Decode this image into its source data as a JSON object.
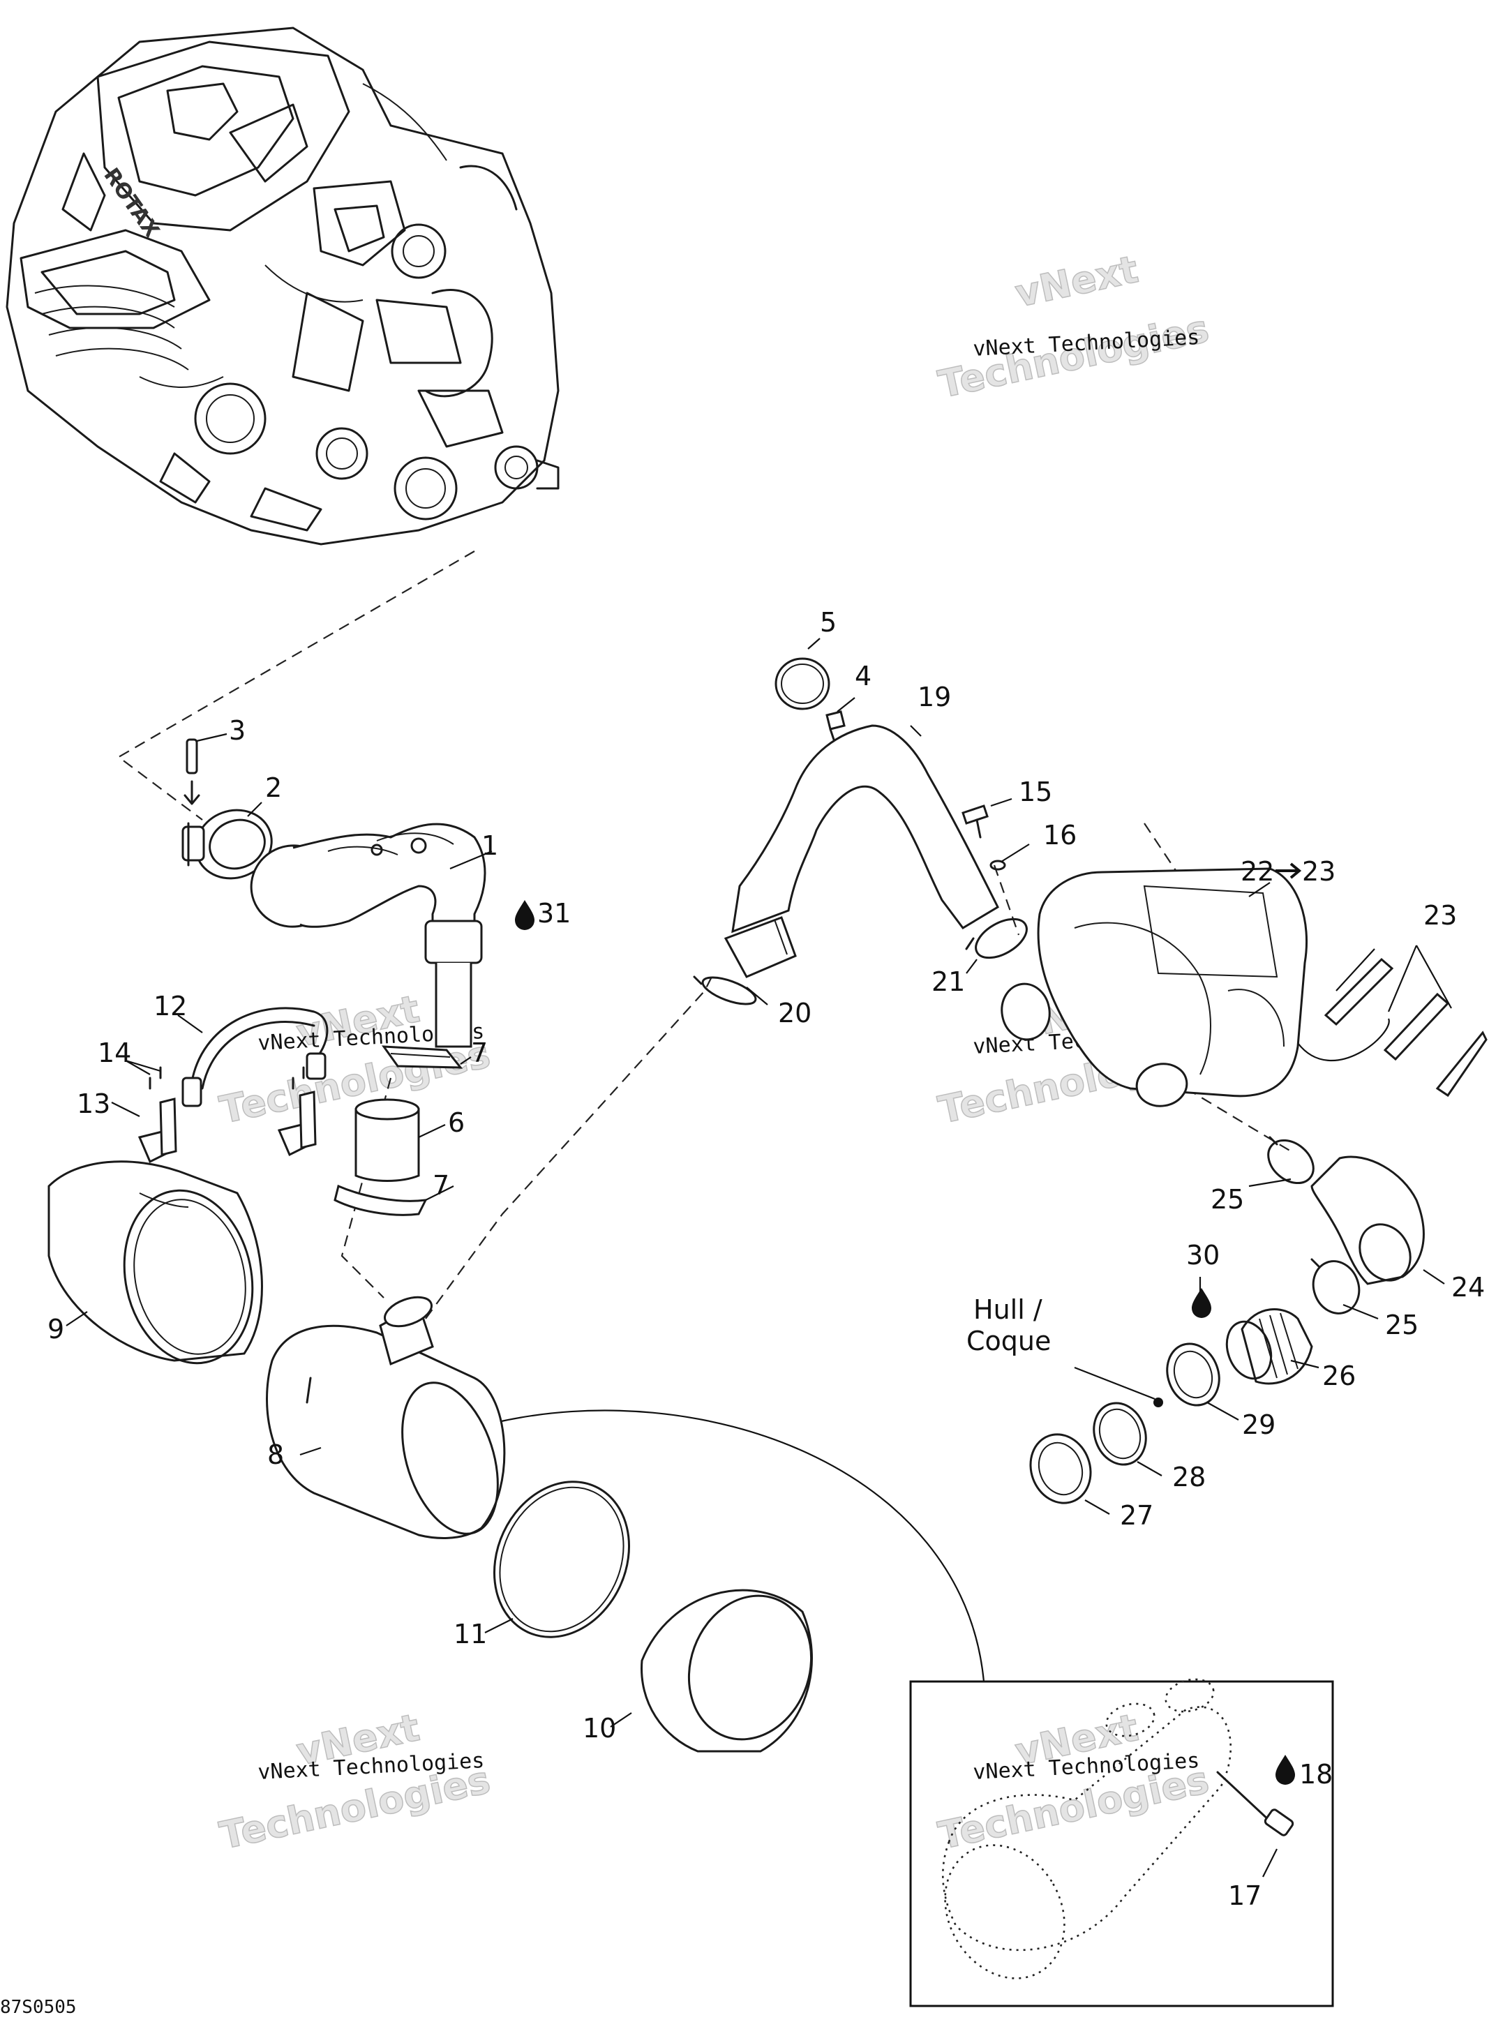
{
  "diagram": {
    "reference_code": "87S0505",
    "watermark_line1": "vNext Technologies",
    "watermark_line2a": "vNext",
    "watermark_line2b": "Technologies",
    "hull_label_line1": "Hull /",
    "hull_label_line2": "Coque",
    "colors": {
      "line": "#1a1a1a",
      "watermark": "#c9c9c9",
      "background": "#ffffff"
    }
  },
  "callouts": [
    {
      "id": "c1",
      "label": "1"
    },
    {
      "id": "c2",
      "label": "2"
    },
    {
      "id": "c3",
      "label": "3"
    },
    {
      "id": "c4",
      "label": "4"
    },
    {
      "id": "c5",
      "label": "5"
    },
    {
      "id": "c6",
      "label": "6"
    },
    {
      "id": "c7a",
      "label": "7"
    },
    {
      "id": "c7b",
      "label": "7"
    },
    {
      "id": "c8",
      "label": "8"
    },
    {
      "id": "c9",
      "label": "9"
    },
    {
      "id": "c10",
      "label": "10"
    },
    {
      "id": "c11",
      "label": "11"
    },
    {
      "id": "c12",
      "label": "12"
    },
    {
      "id": "c13",
      "label": "13"
    },
    {
      "id": "c14",
      "label": "14"
    },
    {
      "id": "c15",
      "label": "15"
    },
    {
      "id": "c16",
      "label": "16"
    },
    {
      "id": "c17",
      "label": "17"
    },
    {
      "id": "c18",
      "label": "18"
    },
    {
      "id": "c19",
      "label": "19"
    },
    {
      "id": "c20",
      "label": "20"
    },
    {
      "id": "c21",
      "label": "21"
    },
    {
      "id": "c22",
      "label": "22"
    },
    {
      "id": "c22b",
      "label": "23"
    },
    {
      "id": "c23",
      "label": "23"
    },
    {
      "id": "c24",
      "label": "24"
    },
    {
      "id": "c25a",
      "label": "25"
    },
    {
      "id": "c25b",
      "label": "25"
    },
    {
      "id": "c26",
      "label": "26"
    },
    {
      "id": "c27",
      "label": "27"
    },
    {
      "id": "c28",
      "label": "28"
    },
    {
      "id": "c29",
      "label": "29"
    },
    {
      "id": "c30",
      "label": "30"
    },
    {
      "id": "c31",
      "label": "31"
    }
  ],
  "icons": {
    "drop": "fluid-drop-icon",
    "arrow": "right-arrow-icon"
  }
}
